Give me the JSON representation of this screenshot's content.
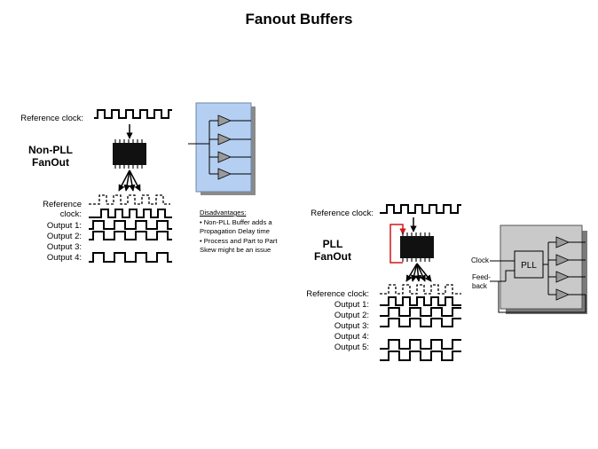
{
  "title": "Fanout Buffers",
  "nonpll": {
    "ref_clock_top": "Reference clock:",
    "heading_line1": "Non-PLL",
    "heading_line2": "FanOut",
    "ref_clock_line1": "Reference",
    "ref_clock_line2": "clock:",
    "outputs": [
      "Output 1:",
      "Output 2:",
      "Output 3:",
      "Output 4:"
    ],
    "disadvantages": {
      "heading": "Disadvantages:",
      "lines": [
        "• Non-PLL Buffer adds a",
        "Propagation Delay time",
        "• Process and Part to Part",
        "Skew might be  an issue"
      ]
    }
  },
  "pll": {
    "ref_clock_top": "Reference clock:",
    "heading_line1": "PLL",
    "heading_line2": "FanOut",
    "ref_clock": "Reference clock:",
    "outputs": [
      "Output 1:",
      "Output 2:",
      "Output 3:",
      "Output 4:",
      "Output 5:"
    ],
    "block": {
      "clock_label": "Clock",
      "feedback_line1": "Feed-",
      "feedback_line2": "back",
      "pll_label": "PLL"
    }
  },
  "colors": {
    "feedback_path": "#d01818",
    "buffer_box": "#b5cff2",
    "pll_box": "#c9c9c9"
  }
}
